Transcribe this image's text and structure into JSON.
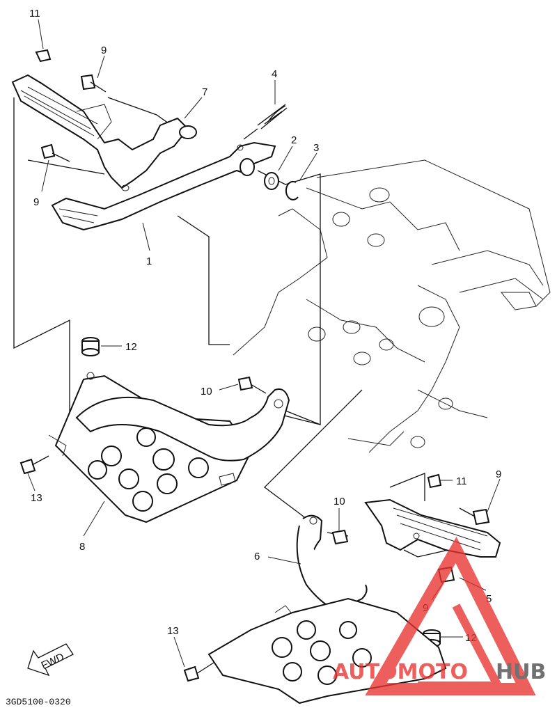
{
  "diagram": {
    "code": "3GD5100-0320",
    "fwd_label": "FWD",
    "callouts": [
      {
        "id": "c11a",
        "text": "11"
      },
      {
        "id": "c9a",
        "text": "9"
      },
      {
        "id": "c4",
        "text": "4"
      },
      {
        "id": "c7",
        "text": "7"
      },
      {
        "id": "c2",
        "text": "2"
      },
      {
        "id": "c3",
        "text": "3"
      },
      {
        "id": "c9b",
        "text": "9"
      },
      {
        "id": "c1",
        "text": "1"
      },
      {
        "id": "c12a",
        "text": "12"
      },
      {
        "id": "c10a",
        "text": "10"
      },
      {
        "id": "c13a",
        "text": "13"
      },
      {
        "id": "c8",
        "text": "8"
      },
      {
        "id": "c11b",
        "text": "11"
      },
      {
        "id": "c9c",
        "text": "9"
      },
      {
        "id": "c10b",
        "text": "10"
      },
      {
        "id": "c6",
        "text": "6"
      },
      {
        "id": "c5",
        "text": "5"
      },
      {
        "id": "c9d",
        "text": "9"
      },
      {
        "id": "c12b",
        "text": "12"
      },
      {
        "id": "c13b",
        "text": "13"
      }
    ]
  },
  "watermark": {
    "text_a": "AUTOMOTO",
    "text_b": "HUB",
    "color_red": "#e8332f",
    "color_grey": "#4a4a4a"
  }
}
